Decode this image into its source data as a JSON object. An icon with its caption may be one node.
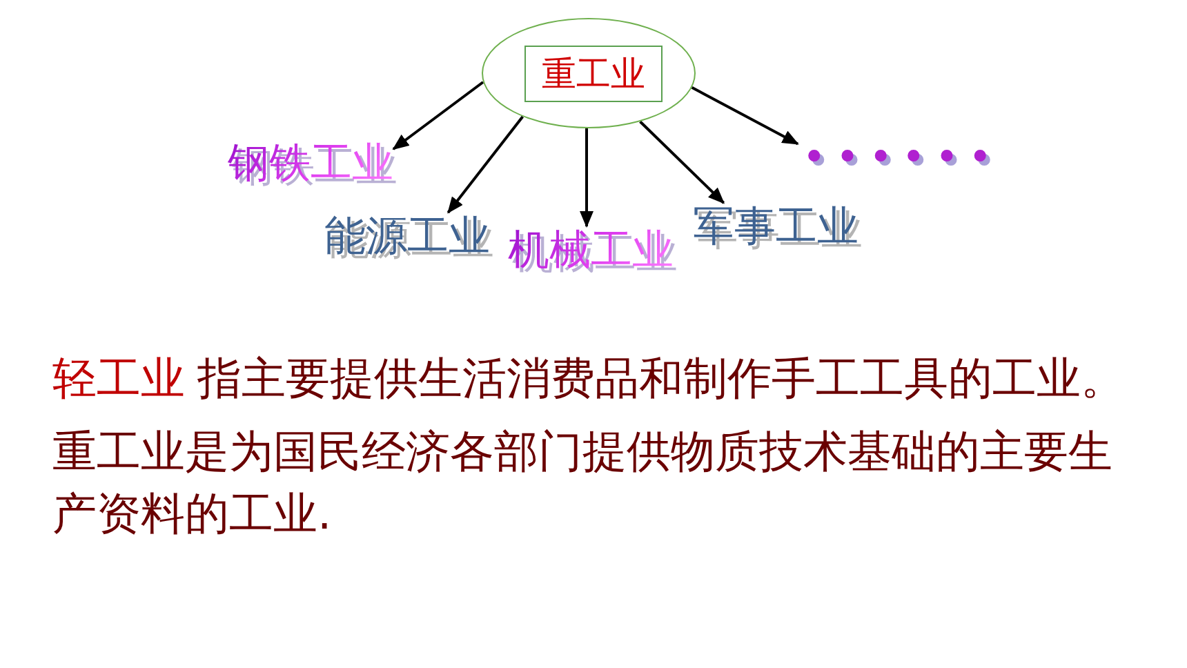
{
  "diagram": {
    "nodes": [
      {
        "text": [],
        "shape": "circle"
      },
      {
        "text": [
          "重工业"
        ],
        "in": 0
      },
      {
        "text": [
          "钢铁工业"
        ]
      },
      {
        "text": [
          "能源工业"
        ]
      },
      {
        "text": [
          "机械工业"
        ]
      },
      {
        "text": [
          "军事工业"
        ]
      },
      {
        "text": [
          "……"
        ]
      }
    ],
    "edges": [
      {
        "from": 0,
        "to": 2,
        "arrow": "to"
      },
      {
        "from": 0,
        "to": 3,
        "arrow": "to"
      },
      {
        "from": 0,
        "to": 4,
        "arrow": "to"
      },
      {
        "from": 0,
        "to": 5,
        "arrow": "to"
      },
      {
        "from": 0,
        "to": 6,
        "arrow": "to"
      }
    ],
    "labels": [
      "轻工业",
      "指主要提供生活消费品和制作手工工具的工业。",
      "重工业是为国民经济各部门提供物质技术基础的主要生产资料的工业."
    ]
  }
}
